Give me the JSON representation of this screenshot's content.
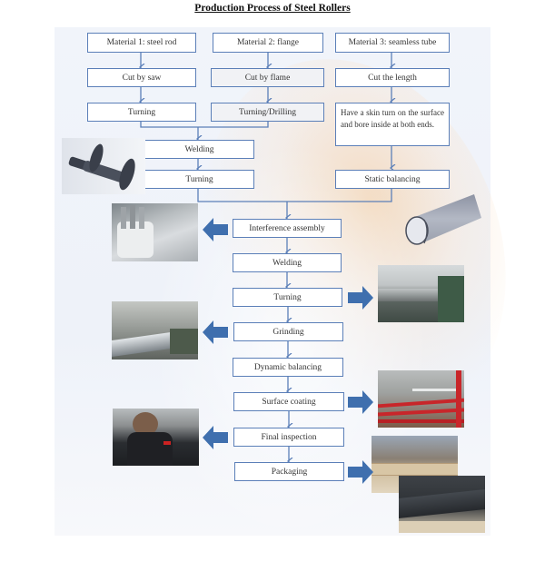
{
  "title": "Production Process of Steel Rollers",
  "columns": {
    "material1": {
      "steps": [
        "Material 1: steel rod",
        "Cut by saw",
        "Turning"
      ]
    },
    "material2": {
      "steps": [
        "Material 2: flange",
        "Cut by flame",
        "Turning/Drilling"
      ]
    },
    "material3": {
      "steps": [
        "Material 3: seamless tube",
        "Cut the length",
        "Have a skin turn on the surface and bore inside at both ends.",
        "Static balancing"
      ]
    }
  },
  "shaft_branch": {
    "steps": [
      "Welding",
      "Turning"
    ]
  },
  "main_flow": {
    "steps": [
      "Interference assembly",
      "Welding",
      "Turning",
      "Grinding",
      "Dynamic balancing",
      "Surface coating",
      "Final inspection",
      "Packaging"
    ]
  },
  "illustrations": {
    "shaft_render": "Shaft with flanges (3D render)",
    "tube_render": "Seamless tube (3D render)",
    "interference_assembly_photo": "Interference assembly photo",
    "turning_photo": "Turning photo",
    "grinding_photo": "Grinding photo",
    "surface_coating_photo": "Surface coating photo",
    "final_inspection_photo": "Final inspection photo",
    "packaging_photo_1": "Packaging photo (crates)",
    "packaging_photo_2": "Packaging photo (rollers in crate)"
  },
  "colors": {
    "box_border": "#5b7fb8",
    "connector": "#5b7fb8",
    "big_arrow": "#3f6fae",
    "title_text": "#111111"
  }
}
